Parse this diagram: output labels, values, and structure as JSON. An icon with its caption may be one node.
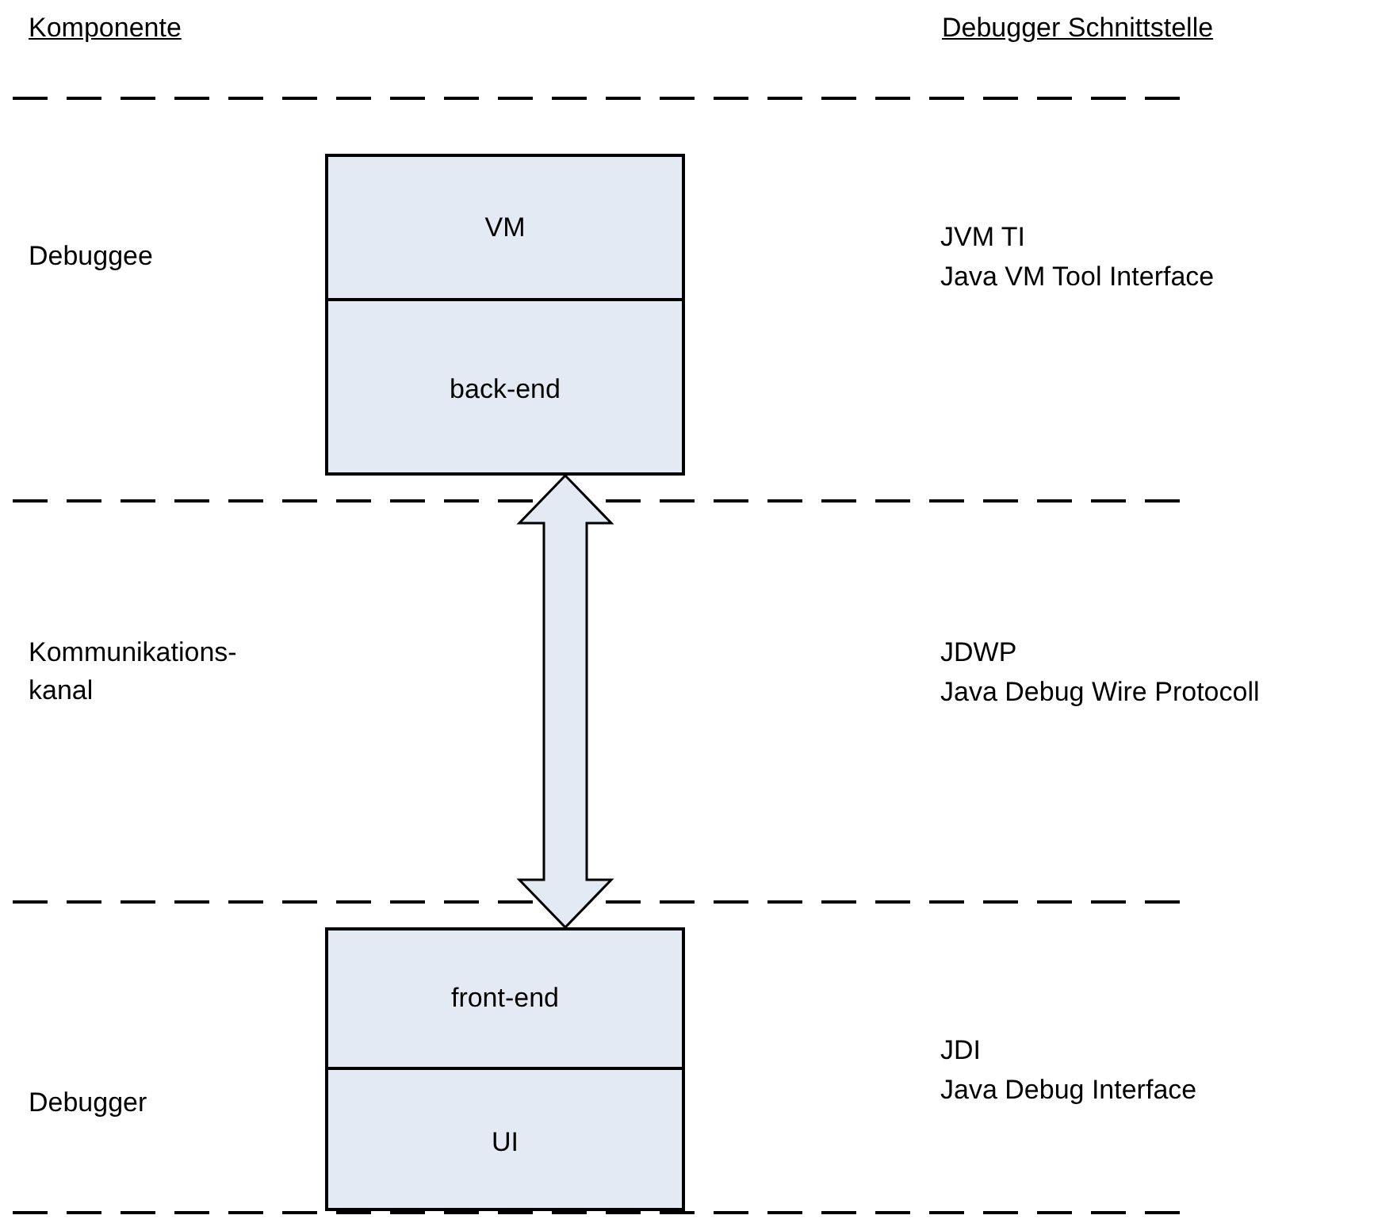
{
  "diagram": {
    "nodes": [
      {
        "text": [],
        "shape": "box"
      },
      {
        "text": [
          "VM"
        ],
        "in": 0
      },
      {
        "text": [
          "back-end"
        ],
        "in": 0
      },
      {
        "text": [],
        "shape": "box"
      },
      {
        "text": [
          "front-end"
        ],
        "in": 3
      },
      {
        "text": [
          "UI"
        ],
        "in": 3
      }
    ],
    "edges": [
      {
        "from": 0,
        "to": 3,
        "arrow": "both",
        "style": "thick"
      }
    ],
    "labels": [
      "Komponente",
      "Debugger Schnittstelle",
      "Debuggee",
      "JVM TI",
      "Java VM Tool Interface",
      "Kommunikations- kanal",
      "JDWP",
      "Java Debug Wire Protocoll",
      "Debugger",
      "JDI",
      "Java Debug Interface"
    ]
  }
}
